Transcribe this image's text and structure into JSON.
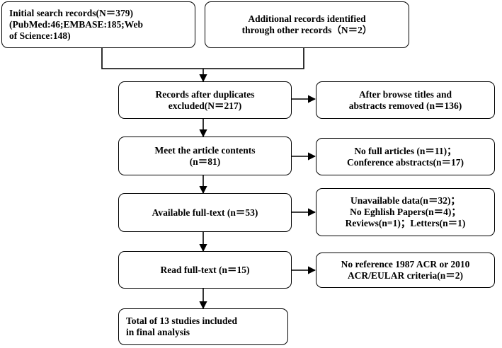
{
  "boxes": {
    "initial_search": {
      "lines": [
        "Initial search records(N＝379)",
        "(PubMed:46;EMBASE:185;Web",
        "of Science:148)"
      ]
    },
    "additional_records": {
      "lines": [
        "Additional records identified",
        "through other records（N＝2）"
      ]
    },
    "after_duplicates": {
      "lines": [
        "Records after duplicates",
        "excluded(N＝217)"
      ]
    },
    "browse_removed": {
      "lines": [
        "After browse titles and",
        "abstracts removed (n＝136)"
      ]
    },
    "meet_contents": {
      "lines": [
        "Meet the article contents",
        "(n＝81)"
      ]
    },
    "no_full_articles": {
      "lines": [
        "No full articles (n＝11)；",
        "Conference abstracts(n＝17)"
      ]
    },
    "available_fulltext": {
      "lines": [
        "Available full-text (n＝53)"
      ]
    },
    "unavailable_data": {
      "lines": [
        "Unavailable data(n＝32)；",
        "No Eghlish Papers(n＝4)；",
        "Reviews(n=1)；Letters(n＝1)"
      ]
    },
    "read_fulltext": {
      "lines": [
        "Read full-text (n＝15)"
      ]
    },
    "no_reference": {
      "lines": [
        "No reference 1987 ACR or 2010",
        "ACR/EULAR criteria(n＝2)"
      ]
    },
    "total_included": {
      "lines": [
        "Total of 13 studies included",
        "in final analysis"
      ]
    }
  }
}
